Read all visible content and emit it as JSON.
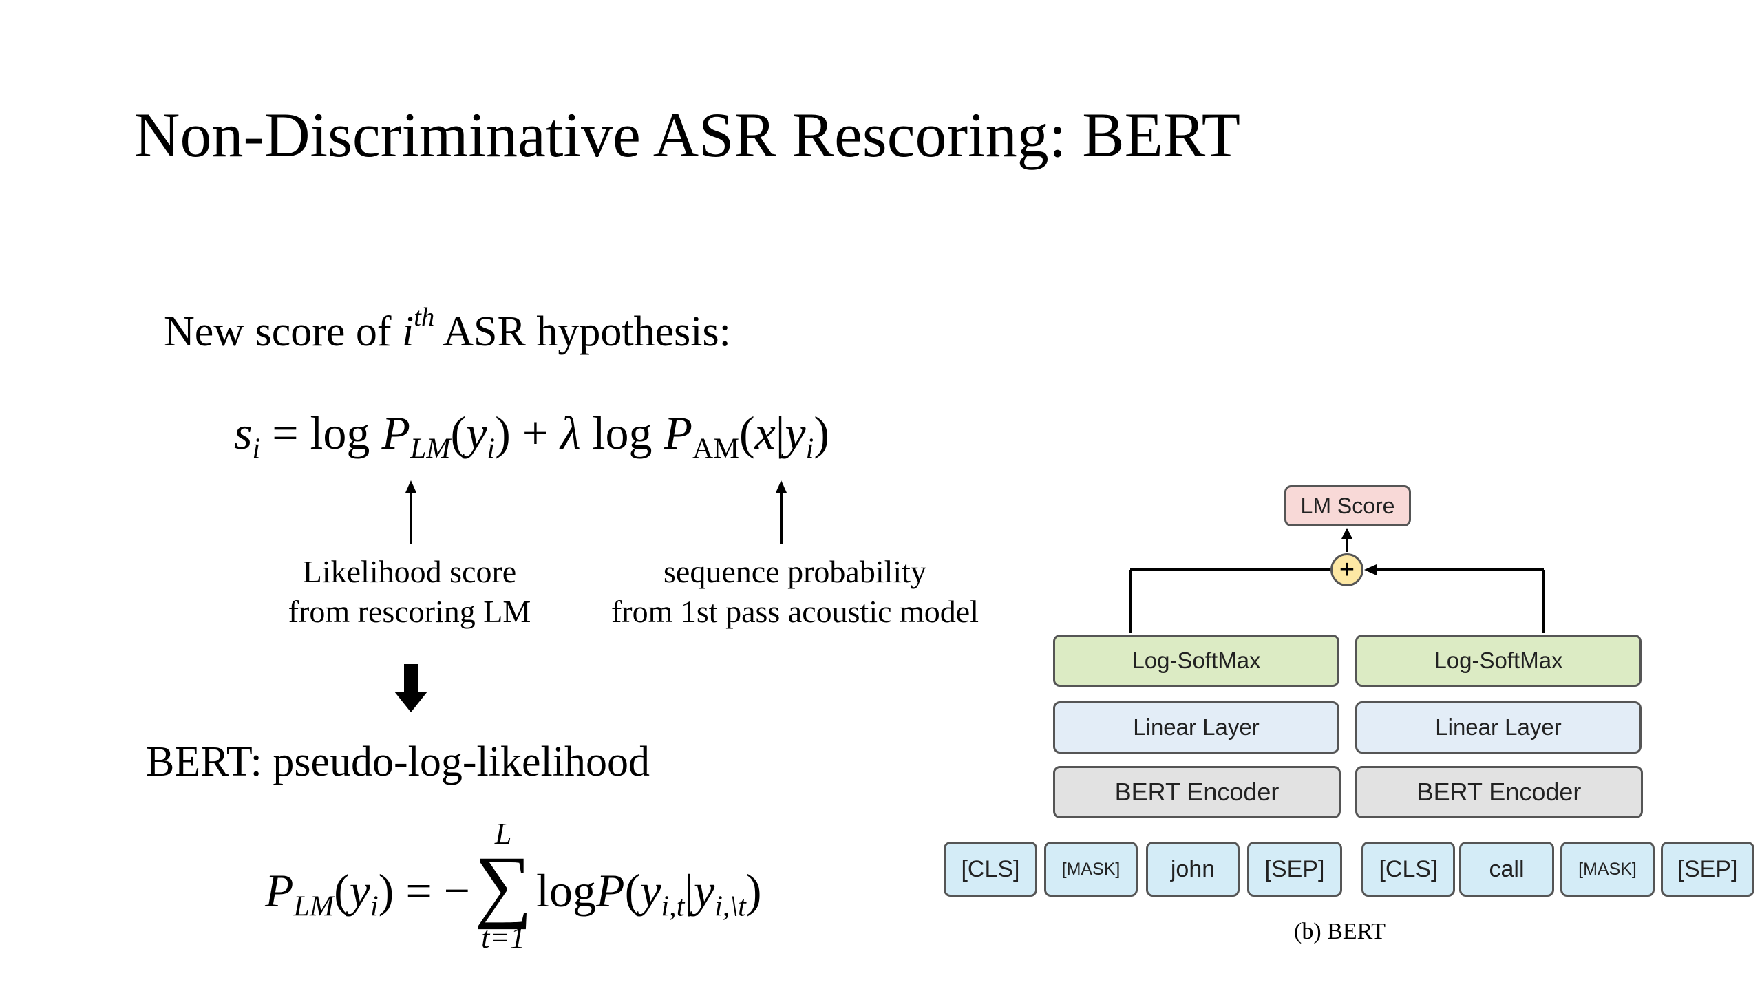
{
  "title": "Non-Discriminative ASR Rescoring: BERT",
  "subtitle": {
    "prefix": "New score of ",
    "var": "i",
    "superscript": "th",
    "suffix": " ASR hypothesis:"
  },
  "equation1": {
    "s": "s",
    "s_sub": "i",
    "eq_log": " = log ",
    "P": "P",
    "lm_sub": "LM",
    "lm_arg_open": "(",
    "y": "y",
    "y_sub": "i",
    "lm_arg_close": ") + ",
    "lambda": "λ",
    "log2": " log ",
    "P2": "P",
    "am_sub": "AM",
    "am_open": "(",
    "x": "x",
    "bar": "|",
    "y2": "y",
    "y2_sub": "i",
    "am_close": ")"
  },
  "annotations": {
    "left": [
      "Likelihood score",
      "from rescoring LM"
    ],
    "right": [
      "sequence probability",
      "from 1st pass acoustic model"
    ]
  },
  "bert_heading": "BERT: pseudo-log-likelihood",
  "equation2": {
    "P": "P",
    "lm_sub": "LM",
    "open": "(",
    "y": "y",
    "y_sub": "i",
    "close_eq": ") = −",
    "sum_symbol": "∑",
    "sum_upper": "L",
    "sum_lower": "t=1",
    "log": "log",
    "P2": "P",
    "open2": "(",
    "y2": "y",
    "y2_sub": "i,t",
    "bar": "|",
    "y3": "y",
    "y3_sub": "i,\\t",
    "close2": ")"
  },
  "diagram": {
    "lm_score": "LM Score",
    "plus": "+",
    "log_softmax": "Log-SoftMax",
    "linear_layer": "Linear Layer",
    "bert_encoder": "BERT Encoder",
    "tokens_left": [
      "[CLS]",
      "[MASK]",
      "john",
      "[SEP]"
    ],
    "tokens_right": [
      "[CLS]",
      "call",
      "[MASK]",
      "[SEP]"
    ],
    "caption": "(b) BERT"
  },
  "colors": {
    "log_softmax_fill": "#dcebc4",
    "linear_fill": "#e3edf7",
    "encoder_fill": "#e2e2e2",
    "token_fill": "#d4ecf7",
    "lm_score_fill": "#f8d9d7",
    "plus_fill": "#fde8a4"
  }
}
